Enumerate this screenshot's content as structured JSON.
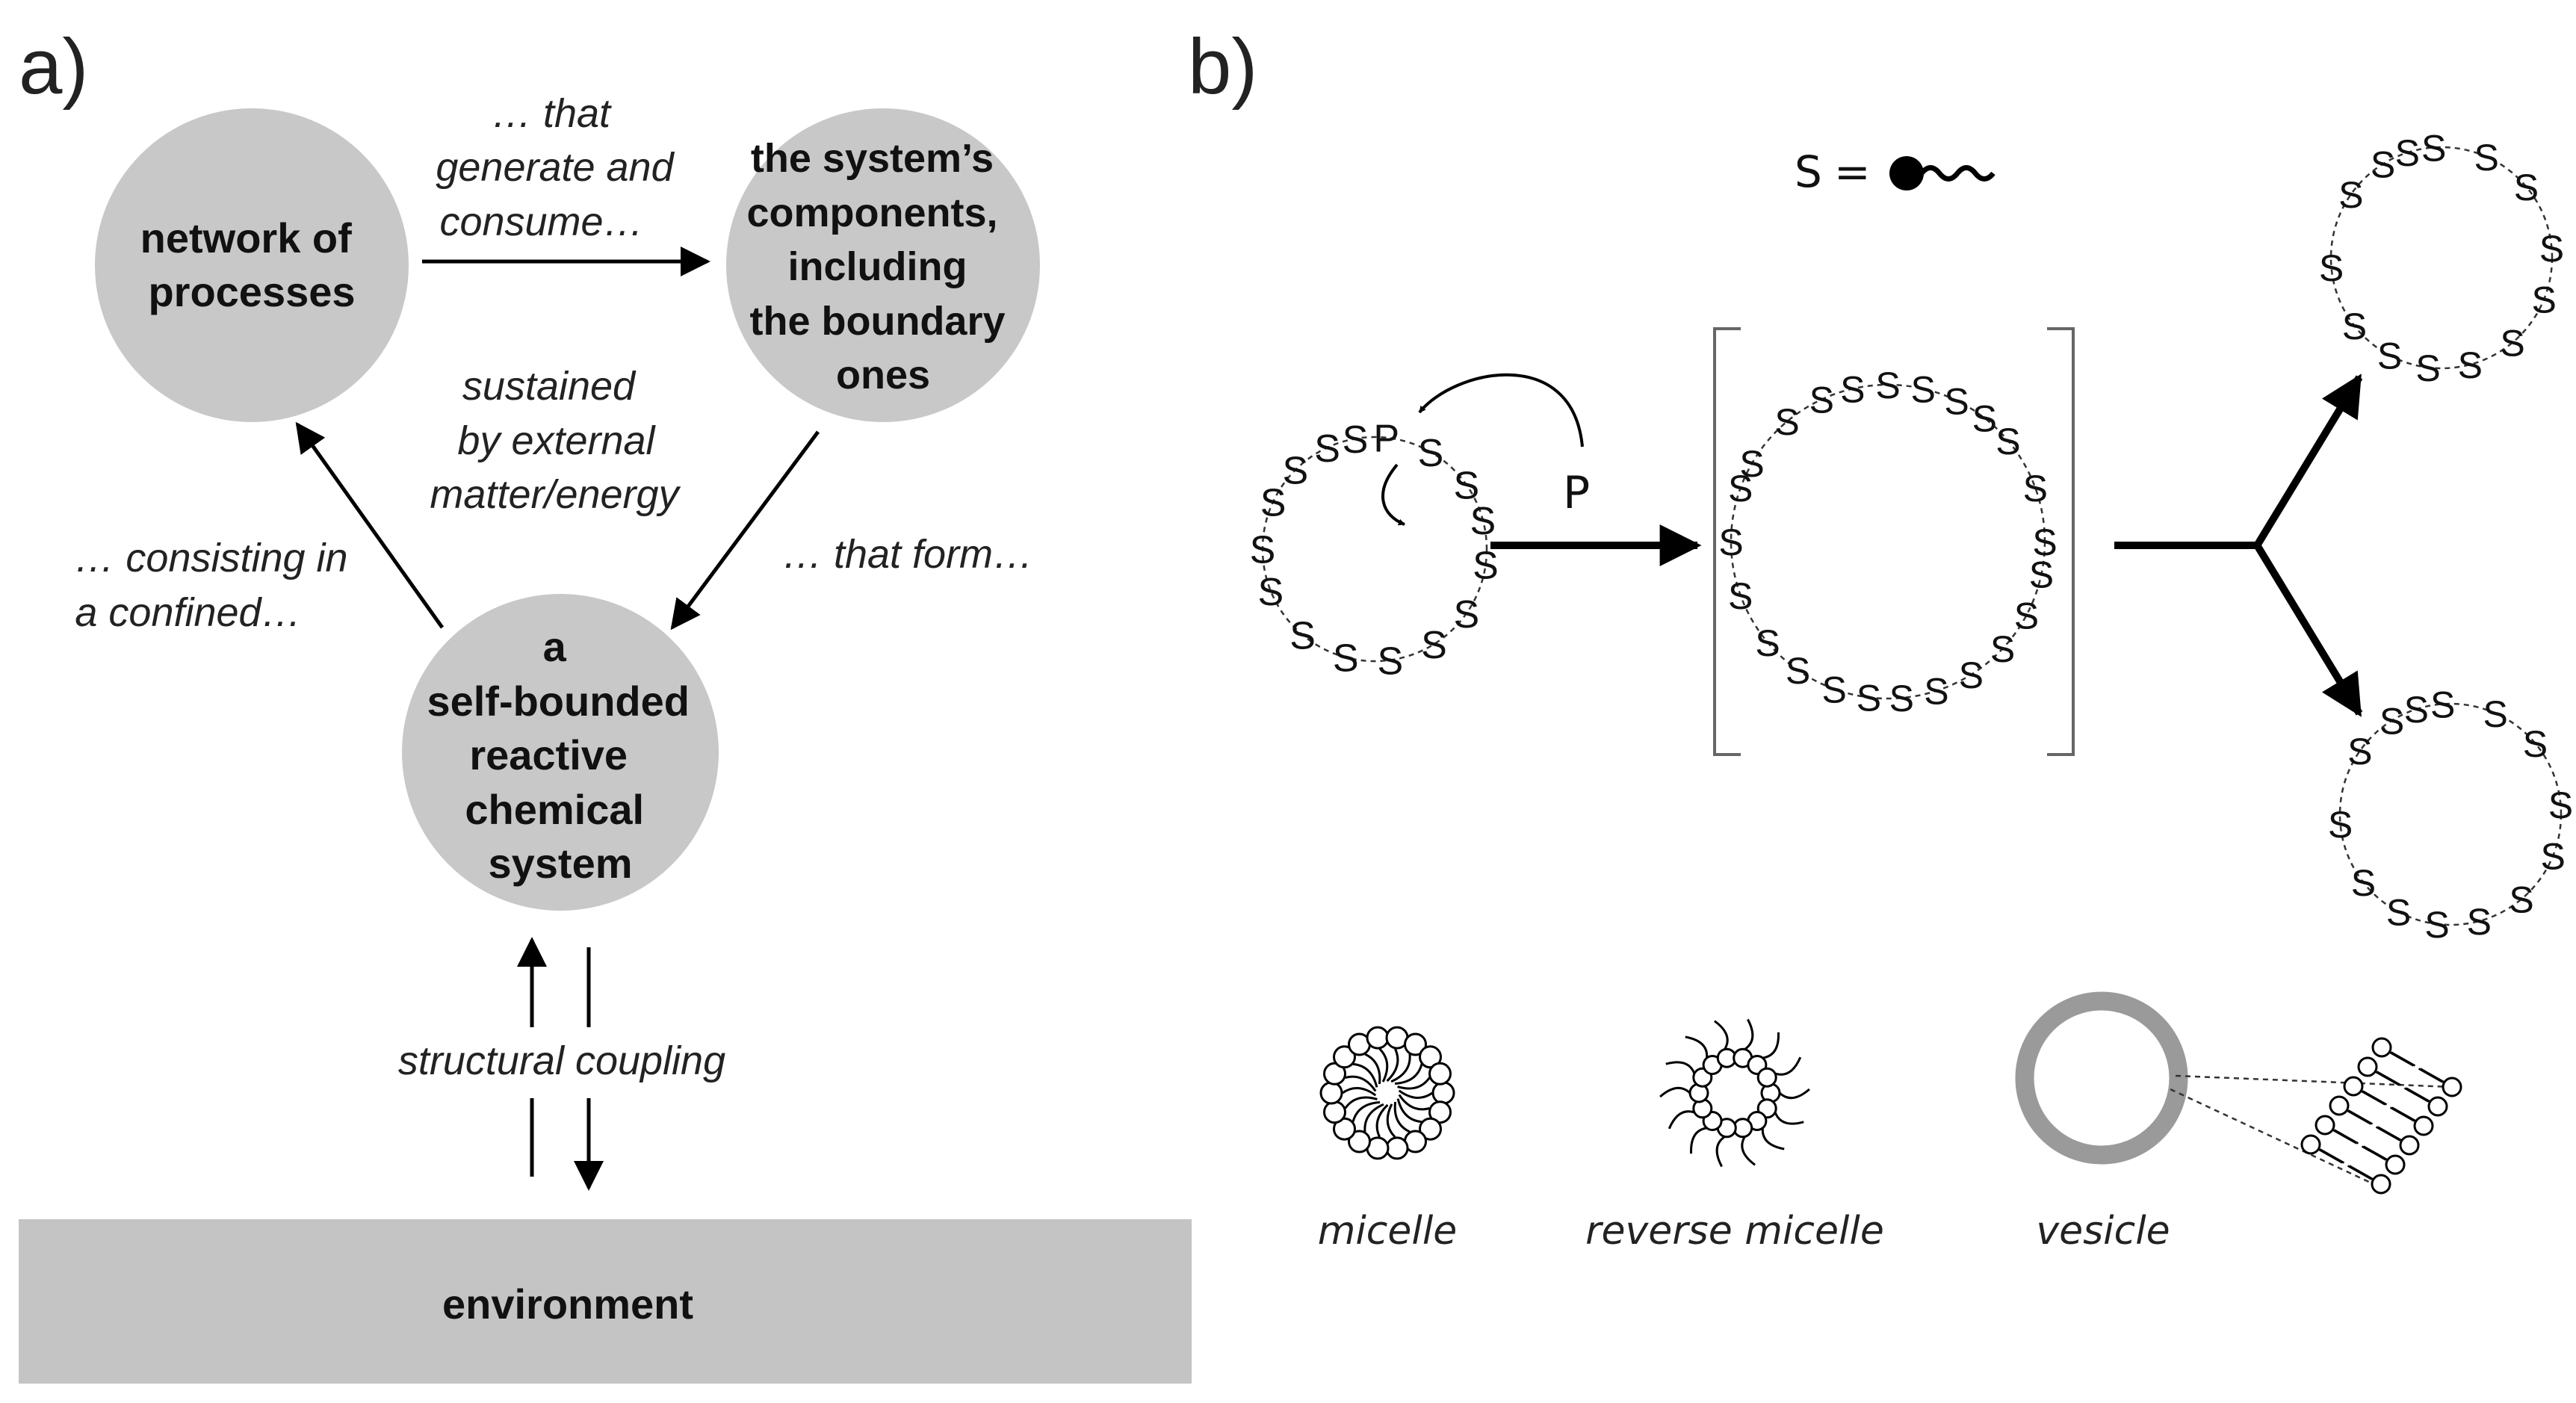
{
  "panel_a": {
    "label": "a)",
    "node_network": [
      "network of",
      "processes"
    ],
    "node_components": [
      "the system’s",
      "components,",
      "including",
      "the boundary",
      "ones"
    ],
    "node_system": [
      "a",
      "self-bounded",
      "reactive",
      "chemical",
      "system"
    ],
    "edge_generate": [
      "… that",
      "generate and",
      "consume…"
    ],
    "edge_sustained": [
      "sustained",
      "by external",
      "matter/energy"
    ],
    "edge_form": "… that form…",
    "edge_consisting": [
      "… consisting in",
      "a confined…"
    ],
    "coupling_label": "structural coupling",
    "environment_label": "environment",
    "colors": {
      "node_fill": "#c8c8c8",
      "environment_fill": "#c4c4c4",
      "line": "#000000"
    }
  },
  "panel_b": {
    "label": "b)",
    "legend_symbol": "S",
    "legend_equals": "=",
    "surfactant_letter": "S",
    "product_letter": "P",
    "catalyst_label": "P",
    "structures": {
      "micelle": "micelle",
      "reverse_micelle": "reverse micelle",
      "vesicle": "vesicle"
    },
    "colors": {
      "vesicle_ring": "#9a9a9a",
      "line": "#000000"
    }
  }
}
